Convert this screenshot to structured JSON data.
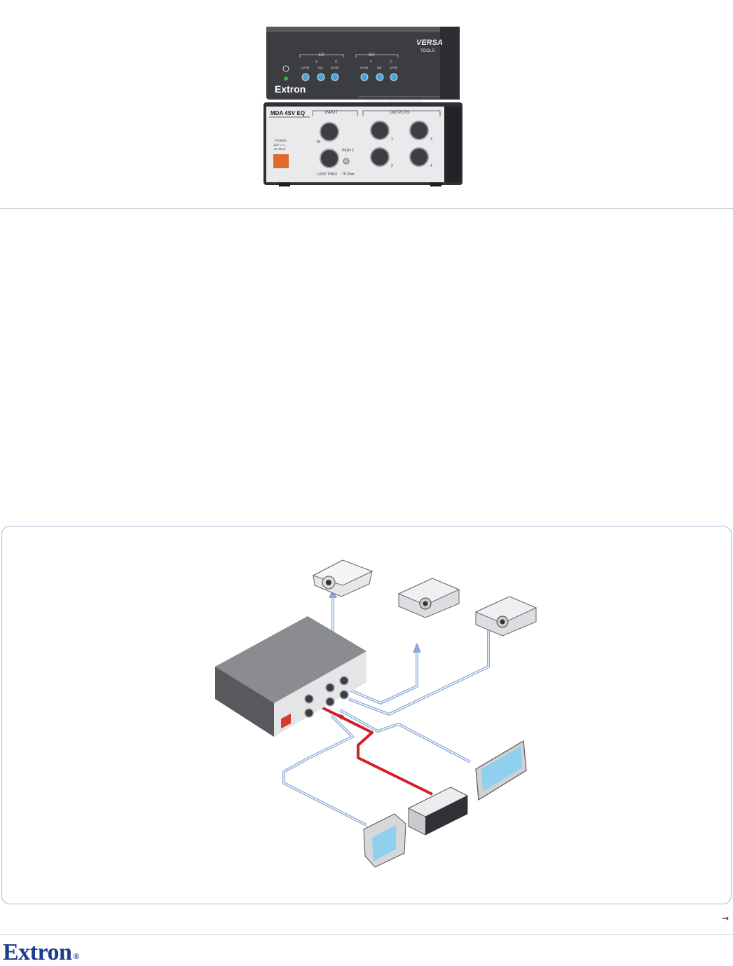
{
  "product": {
    "brand": "Extron",
    "series": [
      "VERSA",
      "TOOLS"
    ],
    "top_panel": {
      "group1": "1/2",
      "group2": "3/4",
      "y_label": "Y",
      "c_label": "C",
      "knob_labels": [
        "GAIN",
        "EQ",
        "GAIN"
      ],
      "caption": "S-VIDEO DISTRIBUTION AMPLIFIER"
    },
    "front_panel": {
      "model": "MDA 4SV EQ",
      "input_label": "INPUT",
      "outputs_label": "OUTPUTS",
      "power_label": [
        "POWER",
        "12V ===",
        ".5A MAX"
      ],
      "high_z": "HIGH Z",
      "loop_thru": "LOOP THRU",
      "ohm": "75 Ohm",
      "input_num": "IN",
      "output_nums": [
        "1",
        "2",
        "3",
        "4"
      ]
    }
  },
  "navigation": {
    "next_arrow": "→"
  },
  "footer": {
    "logo_text": "Extron",
    "registered": "®"
  },
  "colors": {
    "brand_blue": "#1d3d8c",
    "signal_red": "#d0202a",
    "signal_blue": "#8aa8d8",
    "panel_border": "#a9bbd8"
  }
}
